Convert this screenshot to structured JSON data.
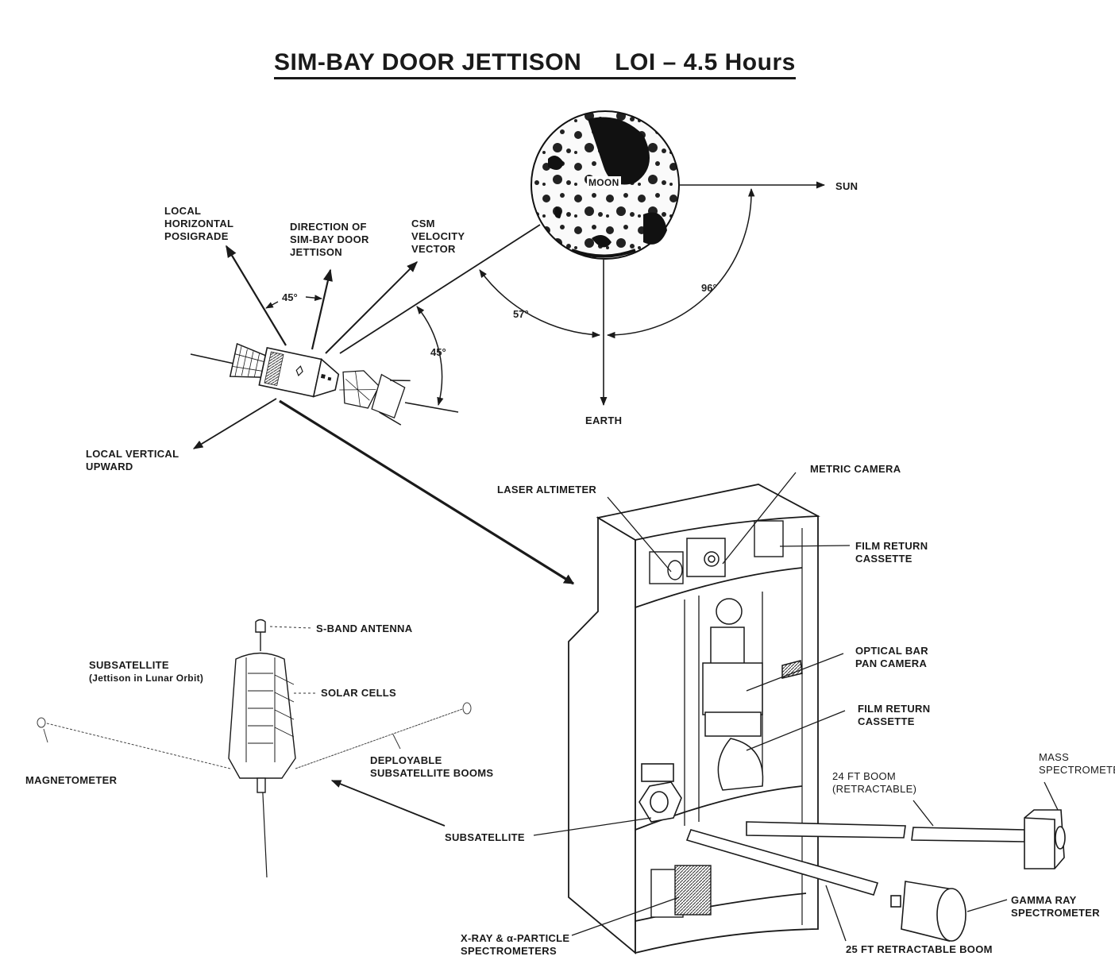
{
  "title": {
    "main": "SIM-BAY DOOR JETTISON",
    "sub": "LOI – 4.5 Hours"
  },
  "orbit_geometry": {
    "labels": {
      "local_horizontal": [
        "LOCAL",
        "HORIZONTAL",
        "POSIGRADE"
      ],
      "jettison_direction": [
        "DIRECTION OF",
        "SIM-BAY DOOR",
        "JETTISON"
      ],
      "csm_velocity": [
        "CSM",
        "VELOCITY",
        "VECTOR"
      ],
      "local_vertical": [
        "LOCAL VERTICAL",
        "UPWARD"
      ],
      "moon": "MOON",
      "sun": "SUN",
      "earth": "EARTH"
    },
    "angles": {
      "horizontal_to_jettison": "45°",
      "velocity_to_moon_line": "45°",
      "moon_line_to_earth": "57°",
      "earth_to_sun": "96°"
    }
  },
  "sim_bay": {
    "labels": {
      "laser_altimeter": "LASER ALTIMETER",
      "metric_camera": "METRIC CAMERA",
      "film_return_cassette_1": [
        "FILM RETURN",
        "CASSETTE"
      ],
      "optical_bar_pan_camera": [
        "OPTICAL BAR",
        "PAN CAMERA"
      ],
      "film_return_cassette_2": [
        "FILM RETURN",
        "CASSETTE"
      ],
      "boom_24ft": [
        "24 FT BOOM",
        "(RETRACTABLE)"
      ],
      "mass_spectrometer": [
        "MASS",
        "SPECTROMETER"
      ],
      "subsatellite": "SUBSATELLITE",
      "gamma_ray_spectrometer": [
        "GAMMA RAY",
        "SPECTROMETER"
      ],
      "xray_spectrometers": [
        "X-RAY & α-PARTICLE",
        "SPECTROMETERS"
      ],
      "boom_25ft": "25 FT RETRACTABLE BOOM"
    }
  },
  "subsatellite": {
    "labels": {
      "s_band_antenna": "S-BAND ANTENNA",
      "subsatellite": "SUBSATELLITE",
      "subsatellite_note": "(Jettison in Lunar Orbit)",
      "solar_cells": "SOLAR CELLS",
      "magnetometer": "MAGNETOMETER",
      "booms": [
        "DEPLOYABLE",
        "SUBSATELLITE BOOMS"
      ]
    }
  }
}
